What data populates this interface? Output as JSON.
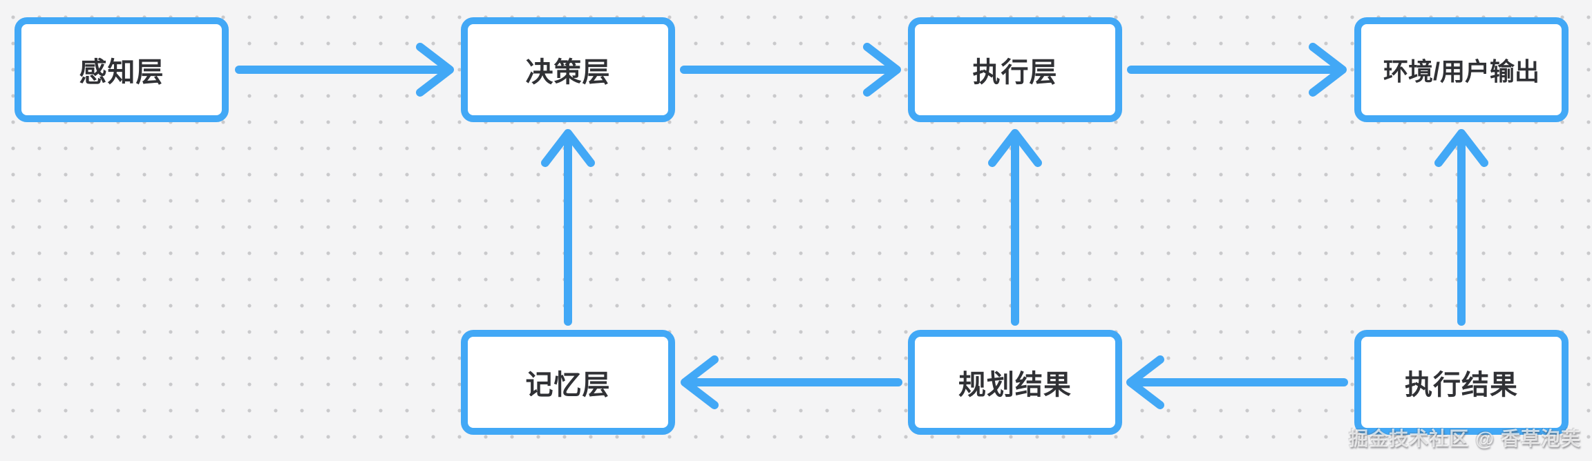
{
  "diagram": {
    "type": "flowchart",
    "background_style": "light gray with dotted grid"
  },
  "nodes": [
    {
      "id": "perception-layer",
      "label": "感知层"
    },
    {
      "id": "decision-layer",
      "label": "决策层"
    },
    {
      "id": "execution-layer",
      "label": "执行层"
    },
    {
      "id": "env-user-output",
      "label": "环境/用户输出"
    },
    {
      "id": "memory-layer",
      "label": "记忆层"
    },
    {
      "id": "planning-result",
      "label": "规划结果"
    },
    {
      "id": "execution-result",
      "label": "执行结果"
    }
  ],
  "edges": [
    {
      "from": "感知层",
      "to": "决策层",
      "direction": "right"
    },
    {
      "from": "决策层",
      "to": "执行层",
      "direction": "right"
    },
    {
      "from": "执行层",
      "to": "环境/用户输出",
      "direction": "right"
    },
    {
      "from": "记忆层",
      "to": "决策层",
      "direction": "up"
    },
    {
      "from": "规划结果",
      "to": "执行层",
      "direction": "up"
    },
    {
      "from": "执行结果",
      "to": "环境/用户输出",
      "direction": "up"
    },
    {
      "from": "规划结果",
      "to": "记忆层",
      "direction": "left"
    },
    {
      "from": "执行结果",
      "to": "规划结果",
      "direction": "left"
    }
  ],
  "watermark": {
    "text": "掘金技术社区 @ 香草泡芙"
  },
  "colors": {
    "accent": "#42a8f6",
    "background": "#f4f4f5",
    "dot": "#c9c9cb",
    "node_fill": "#ffffff",
    "text": "#303135"
  }
}
